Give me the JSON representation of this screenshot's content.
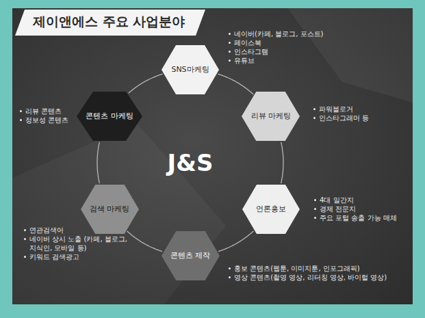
{
  "diagram": {
    "title": "제이앤에스 주요 사업분야",
    "nodes": [
      {
        "text": [
          "SNS마케팅"
        ]
      },
      {
        "text": [
          "리뷰 마케팅"
        ]
      },
      {
        "text": [
          "언론홍보"
        ]
      },
      {
        "text": [
          "콘텐츠 제작"
        ]
      },
      {
        "text": [
          "검색 마케팅"
        ]
      },
      {
        "text": [
          "콘텐츠 마케팅"
        ]
      }
    ],
    "edges": [
      {
        "from": 0,
        "to": 1,
        "arrow": "none"
      },
      {
        "from": 1,
        "to": 2,
        "arrow": "none"
      },
      {
        "from": 2,
        "to": 3,
        "arrow": "none"
      },
      {
        "from": 3,
        "to": 4,
        "arrow": "none"
      },
      {
        "from": 4,
        "to": 5,
        "arrow": "none"
      },
      {
        "from": 5,
        "to": 0,
        "arrow": "none"
      }
    ],
    "labels": [
      "J&S",
      "네이버(카페, 블로그, 포스트)",
      "페이스북",
      "인스타그램",
      "유튜브",
      "파워블로거",
      "인스타그래머 등",
      "4대 일간지",
      "경제 전문지",
      "주요 포털 송출 가능 매체",
      "홍보 콘텐츠(웹툰, 이미지툰, 인포그래픽)",
      "영상 콘텐츠(촬영 영상, 리터칭 영상, 바이럴 영상)",
      "연관검색어",
      "네이버 상시 노출 (카페, 블로그, 지식인, 모바일 등)",
      "키워드 검색광고",
      "리뷰 콘텐츠",
      "정보성 콘텐츠"
    ]
  }
}
